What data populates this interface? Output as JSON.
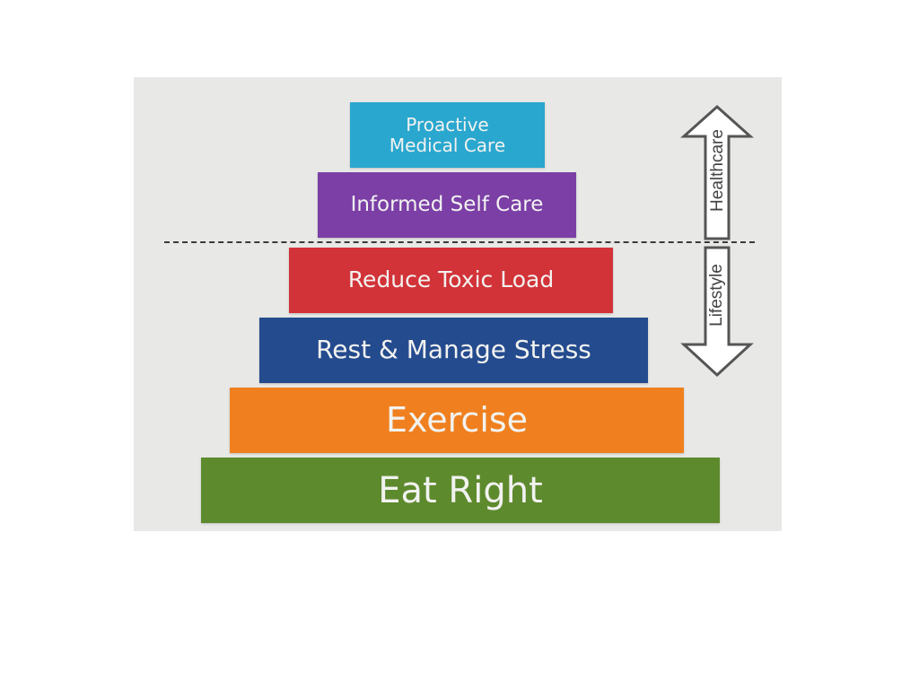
{
  "diagram": {
    "tiers": [
      {
        "label": "Proactive\nMedical Care",
        "color": "#2aa7cf"
      },
      {
        "label": "Informed Self Care",
        "color": "#7b3fa6"
      },
      {
        "label": "Reduce Toxic Load",
        "color": "#d23338"
      },
      {
        "label": "Rest & Manage Stress",
        "color": "#244b8e"
      },
      {
        "label": "Exercise",
        "color": "#f0801f"
      },
      {
        "label": "Eat Right",
        "color": "#5e8a2e"
      }
    ],
    "arrow": {
      "upper_label": "Healthcare",
      "lower_label": "Lifestyle"
    },
    "colors": {
      "panel_background": "#e8e8e6",
      "divider": "#3a3a3a",
      "arrow_outline": "#555555"
    }
  }
}
